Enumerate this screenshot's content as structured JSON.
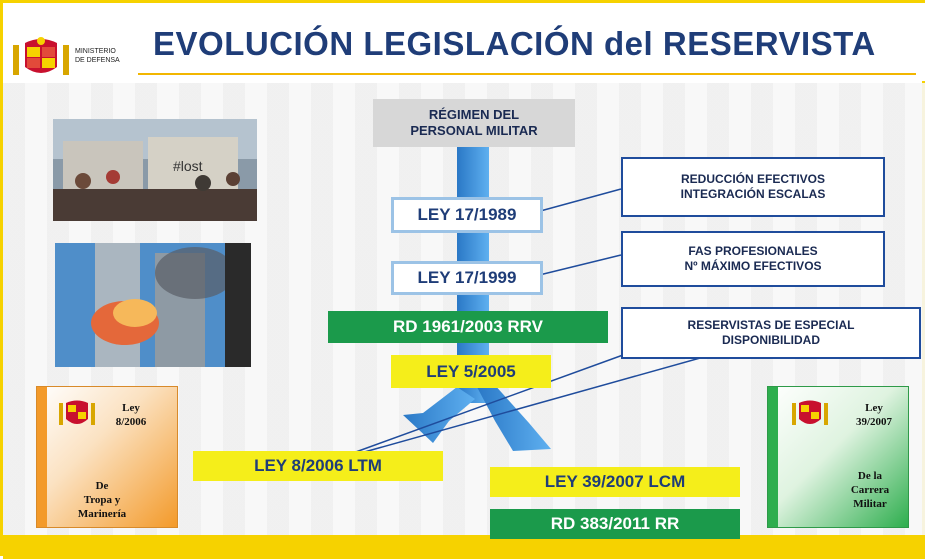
{
  "header": {
    "title": "EVOLUCIÓN LEGISLACIÓN del RESERVISTA",
    "logo_text_line1": "MINISTERIO",
    "logo_text_line2": "DE DEFENSA"
  },
  "flow": {
    "regimen_line1": "RÉGIMEN DEL",
    "regimen_line2": "PERSONAL MILITAR",
    "ley_1989": "LEY 17/1989",
    "ley_1999": "LEY 17/1999",
    "rd_2003": "RD 1961/2003 RRV",
    "ley_2005": "LEY 5/2005",
    "ley_2006": "LEY 8/2006 LTM",
    "ley_2007": "LEY 39/2007 LCM",
    "rd_2011": "RD 383/2011 RR"
  },
  "callouts": {
    "c1_line1": "REDUCCIÓN EFECTIVOS",
    "c1_line2": "INTEGRACIÓN ESCALAS",
    "c2_line1": "FAS PROFESIONALES",
    "c2_line2": "Nº MÁXIMO EFECTIVOS",
    "c3_line1": "RESERVISTAS DE ESPECIAL",
    "c3_line2": "DISPONIBILIDAD"
  },
  "books": {
    "left_law_line1": "Ley",
    "left_law_line2": "8/2006",
    "left_sub_line1": "De",
    "left_sub_line2": "Tropa y",
    "left_sub_line3": "Marinería",
    "right_law_line1": "Ley",
    "right_law_line2": "39/2007",
    "right_sub_line1": "De la",
    "right_sub_line2": "Carrera",
    "right_sub_line3": "Militar"
  },
  "colors": {
    "title": "#1f3d78",
    "accent_yellow": "#f6d200",
    "arrow_blue": "#3a8fd6",
    "green_box": "#1b9a4b",
    "yellow_box": "#f5ee1a",
    "book_orange": "#f39a2a",
    "book_green": "#2eae4e"
  }
}
